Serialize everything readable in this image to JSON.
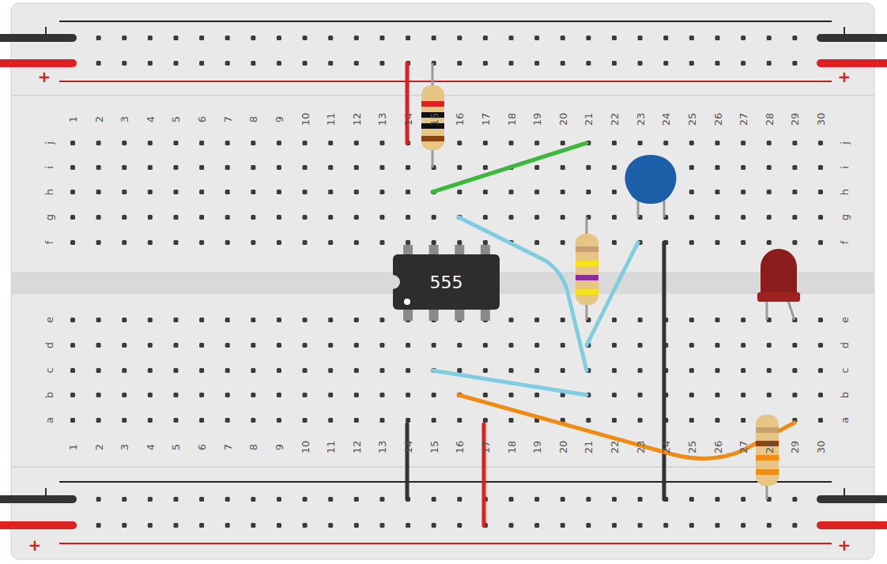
{
  "diagram": {
    "nodes": [
      {
        "text": [
          "555"
        ]
      }
    ],
    "labels": [
      "1",
      "2",
      "3",
      "4",
      "5",
      "6",
      "7",
      "8",
      "9",
      "10",
      "11",
      "12",
      "13",
      "14",
      "15",
      "16",
      "17",
      "18",
      "19",
      "20",
      "21",
      "22",
      "23",
      "24",
      "25",
      "26",
      "27",
      "28",
      "29",
      "30",
      "1",
      "2",
      "3",
      "4",
      "5",
      "6",
      "7",
      "8",
      "9",
      "10",
      "11",
      "12",
      "13",
      "14",
      "15",
      "16",
      "17",
      "18",
      "19",
      "20",
      "21",
      "22",
      "23",
      "24",
      "25",
      "26",
      "27",
      "28",
      "29",
      "30",
      "j",
      "i",
      "h",
      "g",
      "f",
      "e",
      "d",
      "c",
      "b",
      "a",
      "j",
      "i",
      "h",
      "g",
      "f",
      "e",
      "d",
      "c",
      "b",
      "a",
      "+",
      "+",
      "+",
      "+"
    ]
  }
}
